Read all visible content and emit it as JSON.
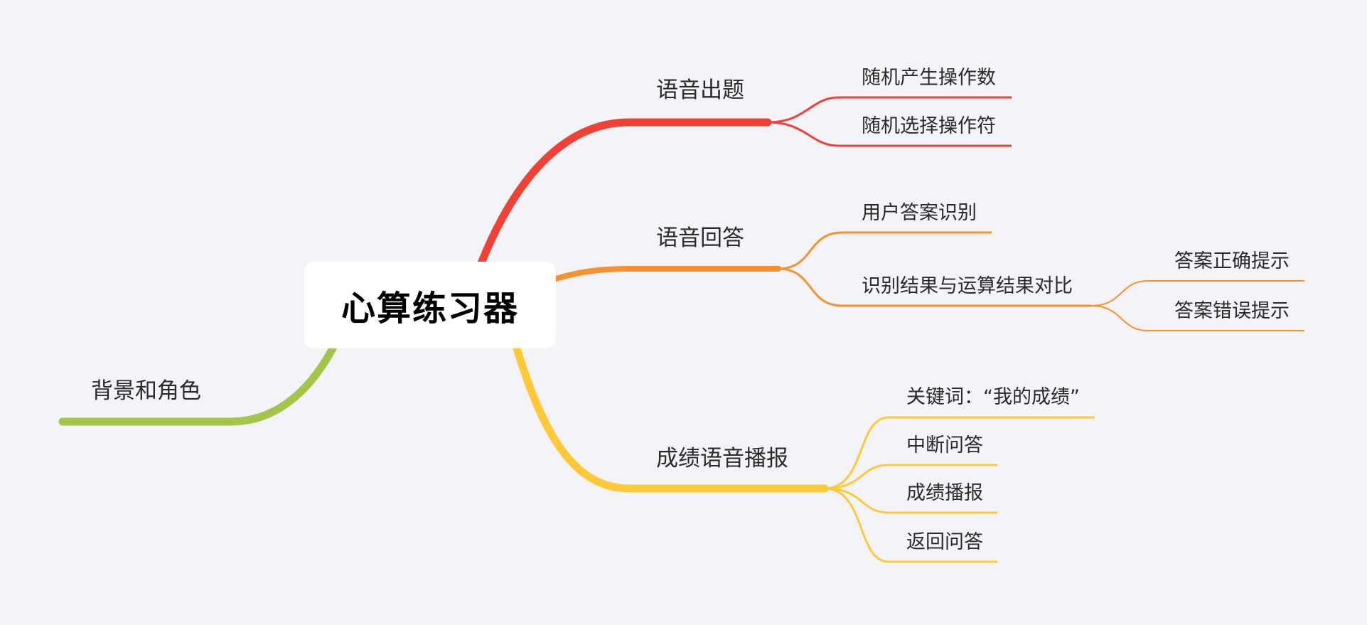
{
  "root": {
    "title": "心算练习器"
  },
  "colors": {
    "background": "#f4f4f8",
    "branch_voice_question": "#ef4136",
    "branch_voice_answer": "#f5922f",
    "branch_score_broadcast": "#fdc93a",
    "branch_background_roles": "#a2c54a"
  },
  "branches": {
    "voice_question": {
      "label": "语音出题",
      "children": [
        "随机产生操作数",
        "随机选择操作符"
      ]
    },
    "voice_answer": {
      "label": "语音回答",
      "children": [
        {
          "label": "用户答案识别"
        },
        {
          "label": "识别结果与运算结果对比",
          "children": [
            "答案正确提示",
            "答案错误提示"
          ]
        }
      ]
    },
    "score_broadcast": {
      "label": "成绩语音播报",
      "children": [
        "关键词：“我的成绩”",
        "中断问答",
        "成绩播报",
        "返回问答"
      ]
    },
    "background_roles": {
      "label": "背景和角色"
    }
  }
}
